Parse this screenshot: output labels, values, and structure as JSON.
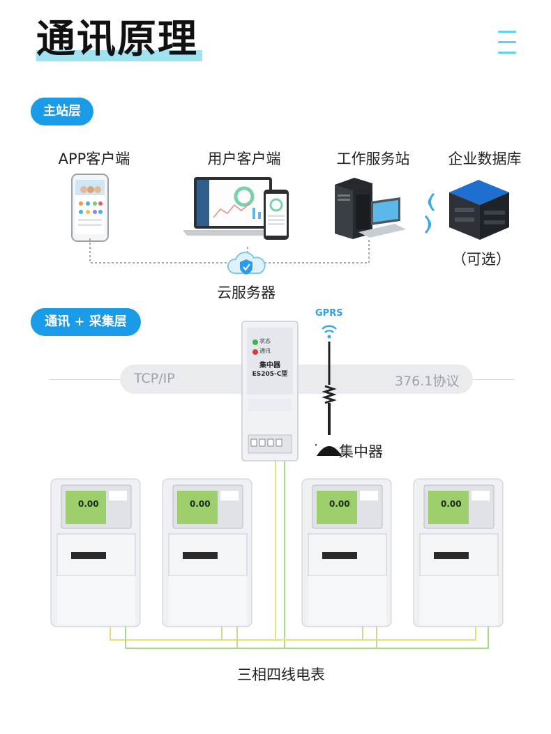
{
  "header": {
    "title": "通讯原理"
  },
  "layers": {
    "master": {
      "label": "主站层",
      "nodes": [
        {
          "label": "APP客户端"
        },
        {
          "label": "用户客户端"
        },
        {
          "label": "工作服务站"
        },
        {
          "label": "企业数据库"
        }
      ],
      "optional_note": "（可选）",
      "cloud_label": "云服务器"
    },
    "comm": {
      "label": "通讯 + 采集层",
      "gprs_label": "GPRS",
      "protocol_left": "TCP/IP",
      "protocol_right": "376.1协议",
      "concentrator": {
        "label": "集中器",
        "panel_title": "集中器",
        "panel_model": "ES205-C型",
        "status_1": "状态",
        "status_2": "通讯"
      },
      "meters_label": "三相四线电表",
      "meter_display": "0.00"
    }
  },
  "colors": {
    "accent": "#1a9be8",
    "title_underline": "#9fe3f3",
    "wire_green": "#a8d98a",
    "wire_yellow": "#e5e07a"
  }
}
